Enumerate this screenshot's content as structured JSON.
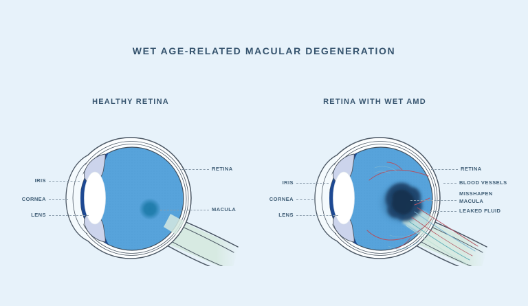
{
  "title": "WET AGE-RELATED MACULAR DEGENERATION",
  "panels": {
    "healthy": {
      "heading": "HEALTHY RETINA",
      "labels": {
        "iris": "IRIS",
        "cornea": "CORNEA",
        "lens": "LENS",
        "retina": "RETINA",
        "macula": "MACULA"
      }
    },
    "wet_amd": {
      "heading": "RETINA WITH WET AMD",
      "labels": {
        "iris": "IRIS",
        "cornea": "CORNEA",
        "lens": "LENS",
        "retina": "RETINA",
        "blood_vessels": "BLOOD VESSELS",
        "misshapen_macula_line1": "MISSHAPEN",
        "misshapen_macula_line2": "MACULA",
        "leaked_fluid": "LEAKED FLUID"
      }
    }
  },
  "colors": {
    "background": "#e7f2fa",
    "title_text": "#35536d",
    "label_text": "#3f5d75",
    "leader_line": "#8a9cab",
    "outline": "#4a5663",
    "sclera_white": "#fcfeff",
    "vitreous_blue": "#57a3db",
    "iris_navy": "#1d4993",
    "ciliary_lavender": "#ccd4ec",
    "lens_white": "#ffffff",
    "optic_nerve_mint": "#d7eae2",
    "macula_teal": "#1f7cab",
    "misshapen_macula_navy": "#12304f",
    "vessel_red": "#b4505f",
    "vessel_blue": "#7ab4d4",
    "streak_teal": "#5aacb6"
  }
}
